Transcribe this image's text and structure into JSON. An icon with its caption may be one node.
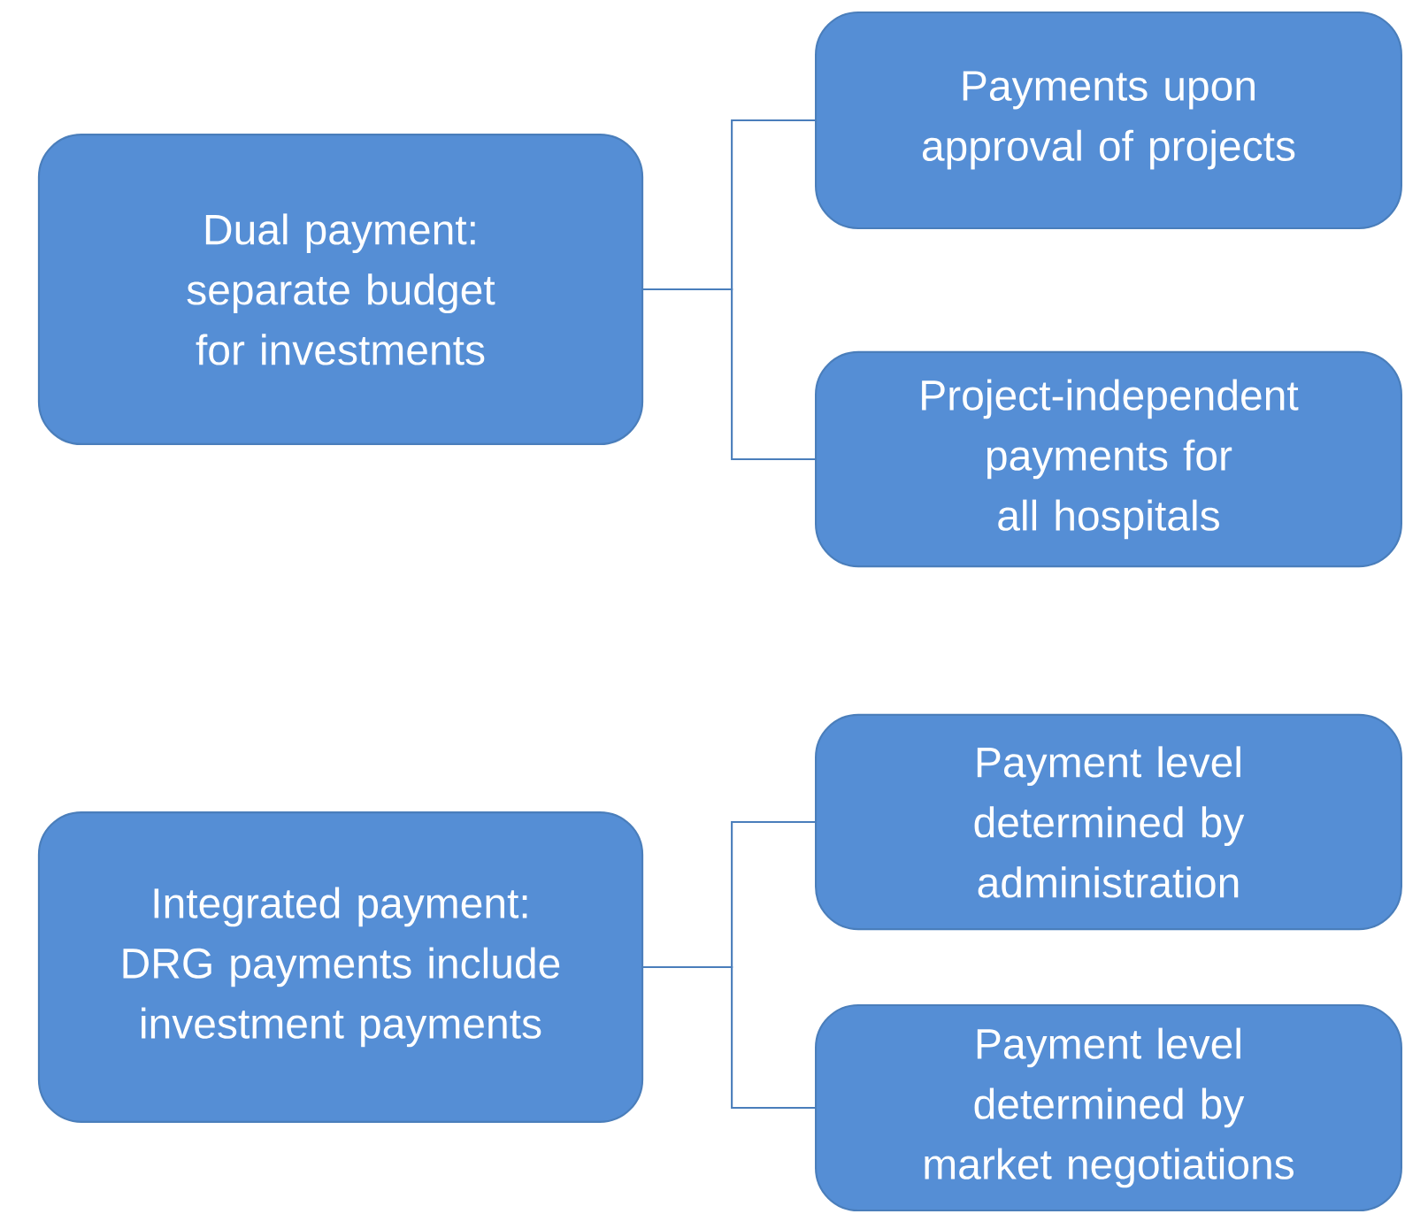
{
  "diagram": {
    "nodes": [
      {
        "text": [
          "Dual payment: separate budget for investments"
        ]
      },
      {
        "text": [
          "Payments upon approval of projects"
        ]
      },
      {
        "text": [
          "Project-independent payments for all hospitals"
        ]
      },
      {
        "text": [
          "Integrated payment: DRG payments include investment payments"
        ]
      },
      {
        "text": [
          "Payment level determined by administration"
        ]
      },
      {
        "text": [
          "Payment level determined by market negotiations"
        ]
      }
    ],
    "edges": [
      {
        "from": 0,
        "to": 1,
        "arrow": "none"
      },
      {
        "from": 0,
        "to": 2,
        "arrow": "none"
      },
      {
        "from": 3,
        "to": 4,
        "arrow": "none"
      },
      {
        "from": 3,
        "to": 5,
        "arrow": "none"
      }
    ]
  }
}
